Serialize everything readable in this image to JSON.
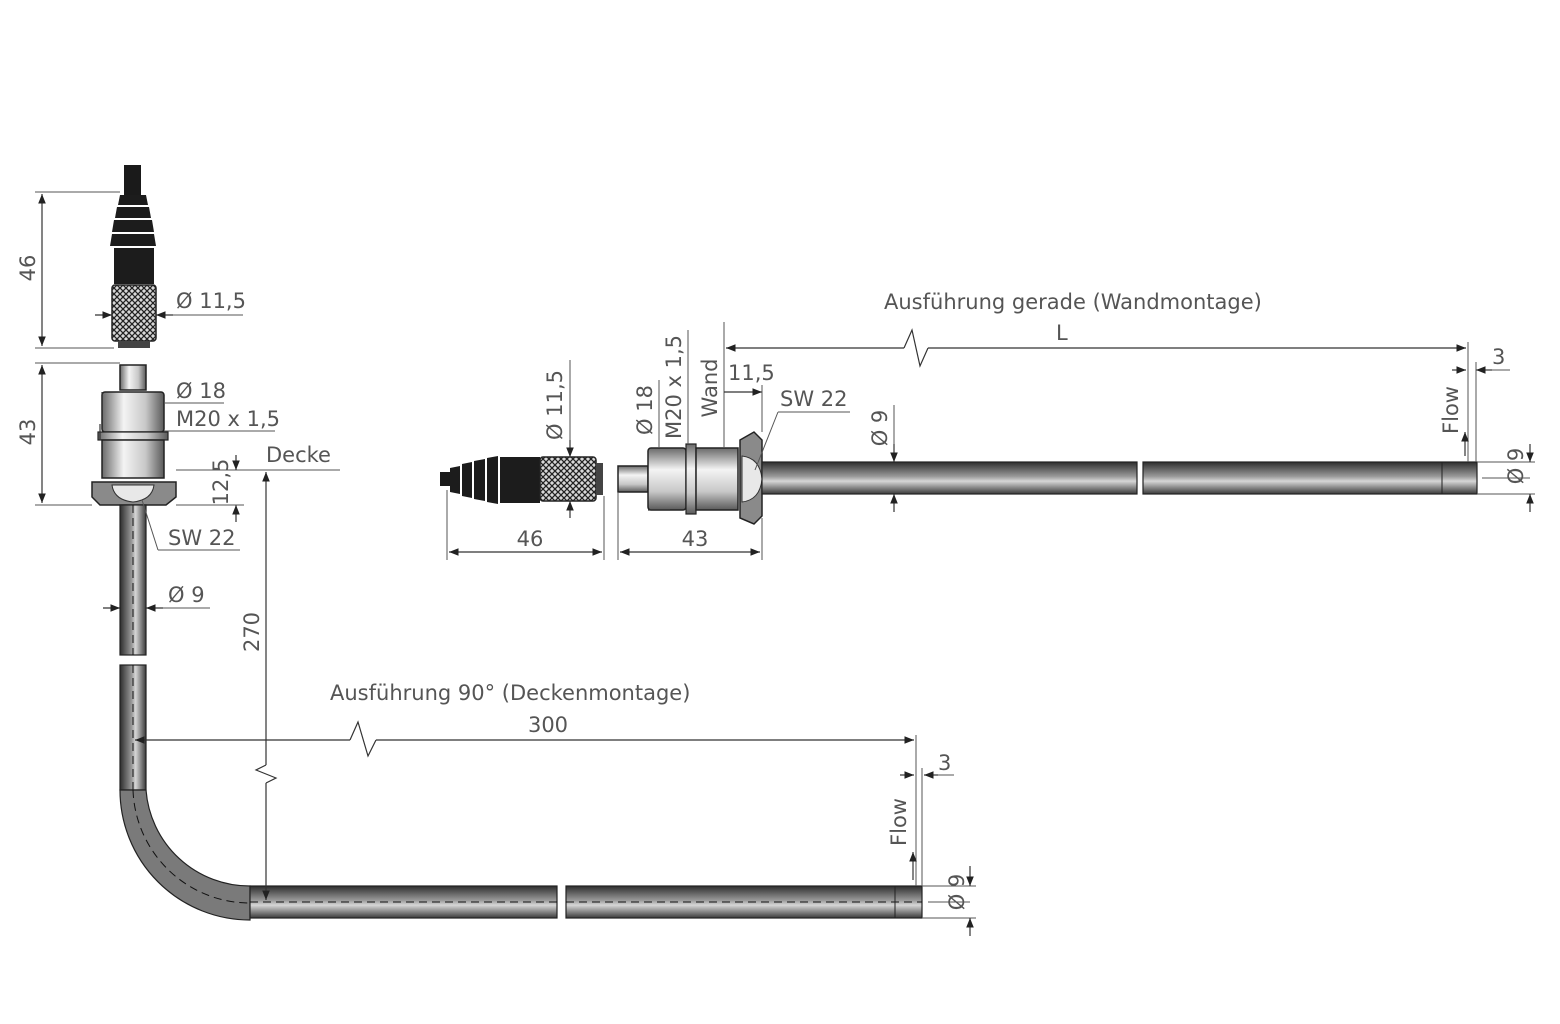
{
  "titles": {
    "wall": "Ausführung gerade (Wandmontage)",
    "ceiling": "Ausführung 90° (Deckenmontage)"
  },
  "ceiling_view": {
    "dim_connector_length": "46",
    "dim_connector_diameter": "Ø 11,5",
    "dim_body_length": "43",
    "dim_body_diameter": "Ø 18",
    "thread": "M20 x 1,5",
    "surface_label": "Decke",
    "dim_flange": "12,5",
    "wrench_size": "SW 22",
    "dim_tube_diameter": "Ø 9",
    "dim_drop": "270",
    "dim_run": "300",
    "dim_tip": "3",
    "flow_label": "Flow",
    "dim_tip_diameter": "Ø 9"
  },
  "wall_view": {
    "dim_connector_diameter": "Ø 11,5",
    "dim_body_diameter": "Ø 18",
    "thread": "M20 x 1,5",
    "surface_label": "Wand",
    "dim_flange": "11,5",
    "wrench_size": "SW 22",
    "dim_tube_diameter": "Ø 9",
    "dim_length": "L",
    "dim_tip": "3",
    "flow_label": "Flow",
    "dim_tip_diameter": "Ø 9",
    "dim_connector_length": "46",
    "dim_body_length": "43"
  },
  "colors": {
    "metal_dark": "#3c3c3c",
    "metal_light": "#e8e8e8",
    "rubber": "#1a1a1a",
    "dimension_line": "#333333",
    "label_text": "#555555"
  }
}
